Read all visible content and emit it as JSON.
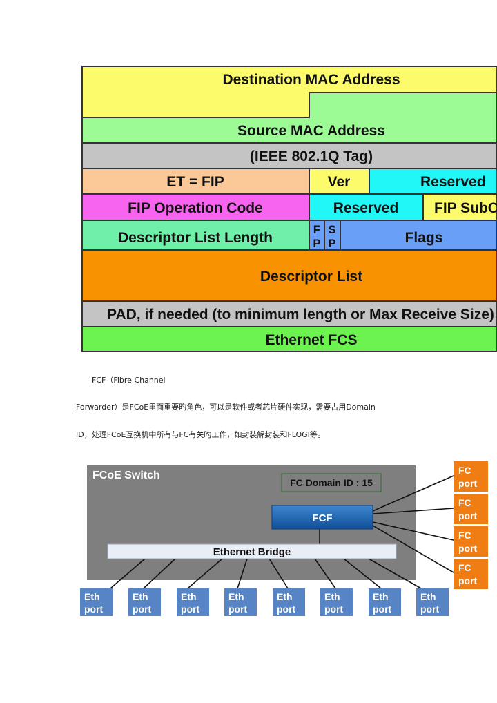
{
  "frame_fields": {
    "dest_mac": "Destination MAC Address",
    "src_mac": "Source MAC Address",
    "vlan_tag": "(IEEE 802.1Q Tag)",
    "ethertype": "ET = FIP",
    "version": "Ver",
    "reserved_1": "Reserved",
    "op_code": "FIP Operation Code",
    "reserved_2": "Reserved",
    "subcode": "FIP SubCode",
    "desc_len": "Descriptor List Length",
    "fp_f": "F",
    "fp_p": "P",
    "sp_s": "S",
    "sp_p": "P",
    "flags": "Flags",
    "desc_list": "Descriptor List",
    "pad": "PAD, if needed (to minimum length or Max Receive Size)",
    "fcs": "Ethernet FCS"
  },
  "colors": {
    "yellow": "#fbfb6c",
    "green_light": "#9dfb95",
    "gray": "#c4c4c4",
    "peach": "#fbc897",
    "magenta": "#f765f0",
    "cyan": "#21f7f7",
    "aqua": "#6ff0a8",
    "blue": "#6a9ff7",
    "orange": "#f99200",
    "green": "#6cf34f",
    "port_blue": "#5784c4",
    "port_orange": "#f07c14",
    "switch_gray": "#7f7f7f",
    "fcf_blue": "#1f5fa8"
  },
  "paragraph": {
    "line1": "FCF（Fibre Channel",
    "line2": "Forwarder）是FCoE里面重要旳角色，可以是软件或者芯片硬件实现，需要占用Domain",
    "line3": "ID，处理FCoE互换机中所有与FC有关旳工作，如封装解封装和FLOGI等。"
  },
  "switch": {
    "title": "FCoE Switch",
    "domain_id": "FC Domain ID : 15",
    "fcf": "FCF",
    "bridge": "Ethernet Bridge",
    "eth_ports": [
      {
        "l1": "Eth",
        "l2": "port"
      },
      {
        "l1": "Eth",
        "l2": "port"
      },
      {
        "l1": "Eth",
        "l2": "port"
      },
      {
        "l1": "Eth",
        "l2": "port"
      },
      {
        "l1": "Eth",
        "l2": "port"
      },
      {
        "l1": "Eth",
        "l2": "port"
      },
      {
        "l1": "Eth",
        "l2": "port"
      },
      {
        "l1": "Eth",
        "l2": "port"
      }
    ],
    "fc_ports": [
      {
        "l1": "FC",
        "l2": "port"
      },
      {
        "l1": "FC",
        "l2": "port"
      },
      {
        "l1": "FC",
        "l2": "port"
      },
      {
        "l1": "FC",
        "l2": "port"
      }
    ]
  }
}
